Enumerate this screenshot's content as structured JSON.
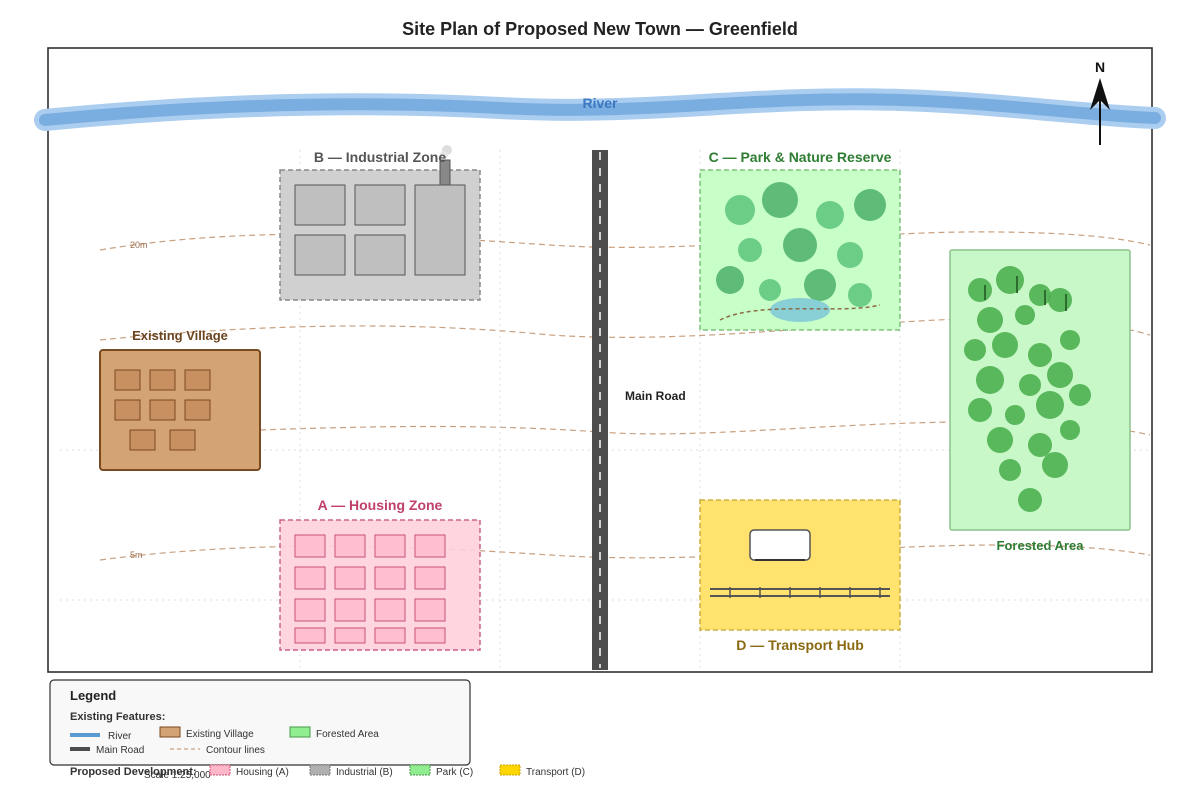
{
  "title": "Site Plan of Proposed New Town — Greenfield",
  "north_label": "N",
  "river": {
    "label": "River"
  },
  "road": {
    "label": "Main Road"
  },
  "contours": {
    "label_high": "20m",
    "label_low": "5m"
  },
  "existing": {
    "village_label": "Existing Village",
    "forest_label": "Forested Area"
  },
  "zones": {
    "industrial": "B — Industrial Zone",
    "park": "C — Park & Nature Reserve",
    "housing": "A — Housing Zone",
    "transport": "D — Transport Hub"
  },
  "legend": {
    "title": "Legend",
    "existing_heading": "Existing Features:",
    "proposed_heading": "Proposed Development:",
    "scale": "Scale 1:25,000",
    "items": {
      "river": "River",
      "village": "Existing Village",
      "forest": "Forested Area",
      "road": "Main Road",
      "contours": "Contour lines",
      "housing": "Housing (A)",
      "industrial": "Industrial (B)",
      "park": "Park (C)",
      "transport": "Transport (D)"
    }
  },
  "colors": {
    "river": "#7aaee0",
    "river_label": "#3a78c2",
    "road": "#4d4d4d",
    "village_fill": "#d4a373",
    "village_stroke": "#7a4a20",
    "forest_fill": "#c8f7c8",
    "forest_tree": "#4caf50",
    "housing_fill": "#ffd1dc",
    "housing_stroke": "#c8507a",
    "industrial_fill": "#d0d0d0",
    "park_fill": "#c8ffc8",
    "park_tree": "#5cc47a",
    "transport_fill": "#ffe36e",
    "contour": "#c8a080"
  }
}
